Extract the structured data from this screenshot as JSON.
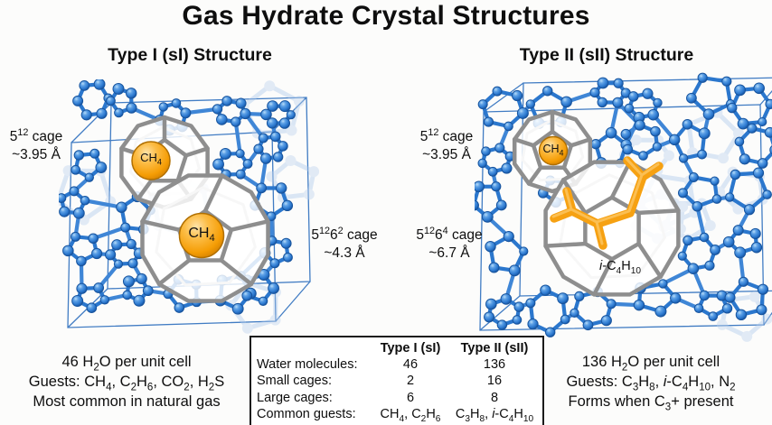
{
  "title": "Gas Hydrate Crystal Structures",
  "type1": {
    "subtitle": "Type I (sI) Structure",
    "small_cage_label": "5<sup>12</sup> cage<br>~3.95 Å",
    "large_cage_label": "5<sup>12</sup>6<sup>2</sup> cage<br>~4.3 Å",
    "small_cage_guest": "CH<sub>4</sub>",
    "large_cage_guest": "CH<sub>4</sub>",
    "footer": [
      "46 H<sub>2</sub>O per unit cell",
      "Guests: CH<sub>4</sub>, C<sub>2</sub>H<sub>6</sub>, CO<sub>2</sub>, H<sub>2</sub>S",
      "Most common in natural gas"
    ]
  },
  "type2": {
    "subtitle": "Type II (sII) Structure",
    "small_cage_label": "5<sup>12</sup> cage<br>~3.95 Å",
    "large_cage_label": "5<sup>12</sup>6<sup>4</sup> cage<br>~6.7 Å",
    "small_cage_guest": "CH<sub>4</sub>",
    "large_cage_guest": "<i>i</i>-C<sub>4</sub>H<sub>10</sub>",
    "footer": [
      "136 H<sub>2</sub>O per unit cell",
      "Guests: C<sub>3</sub>H<sub>8</sub>, <i>i</i>-C<sub>4</sub>H<sub>10</sub>, N<sub>2</sub>",
      "Forms when C<sub>3</sub>+ present"
    ]
  },
  "comparison_table": {
    "headers": [
      "",
      "Type I (sI)",
      "Type II (sII)"
    ],
    "rows": [
      {
        "label": "Water molecules:",
        "type1": "46",
        "type2": "136"
      },
      {
        "label": "Small cages:",
        "type1": "2",
        "type2": "16"
      },
      {
        "label": "Large cages:",
        "type1": "6",
        "type2": "8"
      },
      {
        "label": "Common guests:",
        "type1": "CH<sub>4</sub>, C<sub>2</sub>H<sub>6</sub>",
        "type2": "C<sub>3</sub>H<sub>8</sub>, <i>i</i>-C<sub>4</sub>H<sub>10</sub>"
      }
    ]
  },
  "colors": {
    "water_blue": "#2b77cd",
    "cage_gray": "#8e8e8e",
    "guest_orange": "#f5a112",
    "text": "#0e0e0e"
  }
}
